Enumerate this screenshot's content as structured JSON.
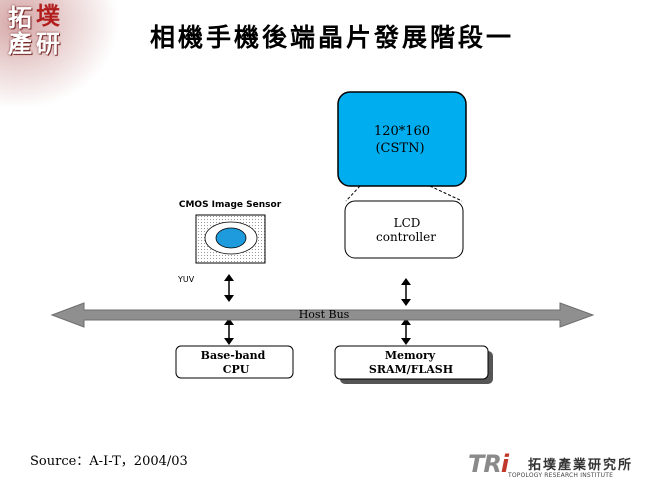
{
  "header": {
    "logo_chars": [
      "拓",
      "墣",
      "產",
      "研"
    ],
    "title": "相機手機後端晶片發展階段一"
  },
  "diagram": {
    "display_line1": "120*160",
    "display_line2": "(CSTN)",
    "lcd_line1": "LCD",
    "lcd_line2": "controller",
    "sensor_label": "CMOS Image Sensor",
    "yuv_label": "YUV",
    "bus_label": "Host  Bus",
    "cpu_line1": "Base-band",
    "cpu_line2": "CPU",
    "memory_line1": "Memory",
    "memory_line2": "SRAM/FLASH"
  },
  "footer": {
    "source": "Source：A-I-T，2004/03",
    "brand_mark_a": "TR",
    "brand_mark_b": "i",
    "brand_cn": "拓墣產業研究所",
    "brand_en": "TOPOLOGY RESEARCH INSTITUTE"
  },
  "colors": {
    "display_fill": "#00adef",
    "bus_fill": "#8f8f8f",
    "sensor_lens": "#1e9bdc"
  }
}
